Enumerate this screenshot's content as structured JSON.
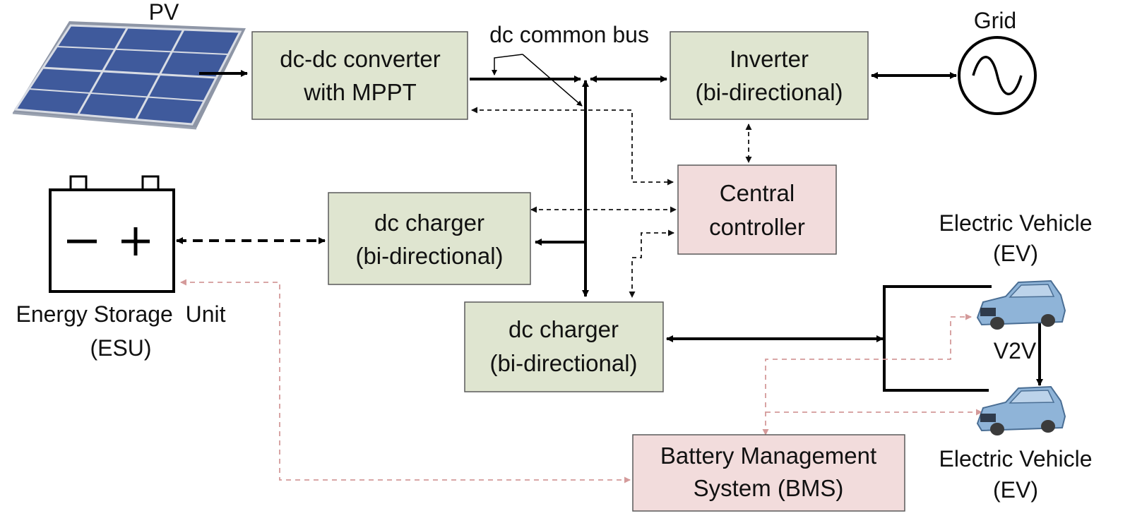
{
  "colors": {
    "converter_fill": "#dfe5d0",
    "controller_fill": "#f2dcdc",
    "box_stroke": "#5a5a5a",
    "power_line": "#000000",
    "control_line": "#111111",
    "bms_line": "#d49a9a",
    "pv_panel": "#3f5a9c",
    "car_body": "#8fb4d8"
  },
  "icons": {
    "pv": "solar-panel-icon",
    "grid": "ac-source-icon",
    "esu": "battery-icon",
    "ev": "car-icon"
  },
  "blocks": {
    "dcdc": {
      "line1": "dc-dc converter",
      "line2": "with MPPT"
    },
    "inverter": {
      "line1": "Inverter",
      "line2": "(bi-directional)"
    },
    "controller": {
      "line1": "Central",
      "line2": "controller"
    },
    "charger_esu": {
      "line1": "dc charger",
      "line2": "(bi-directional)"
    },
    "charger_ev": {
      "line1": "dc charger",
      "line2": "(bi-directional)"
    },
    "bms": {
      "line1": "Battery Management",
      "line2": "System (BMS)"
    }
  },
  "labels": {
    "pv": "PV",
    "grid": "Grid",
    "bus": "dc common bus",
    "esu_line1": "Energy Storage  Unit",
    "esu_line2": "(ESU)",
    "ev_top_line1": "Electric Vehicle",
    "ev_top_line2": "(EV)",
    "ev_bottom_line1": "Electric Vehicle",
    "ev_bottom_line2": "(EV)",
    "v2v": "V2V"
  }
}
